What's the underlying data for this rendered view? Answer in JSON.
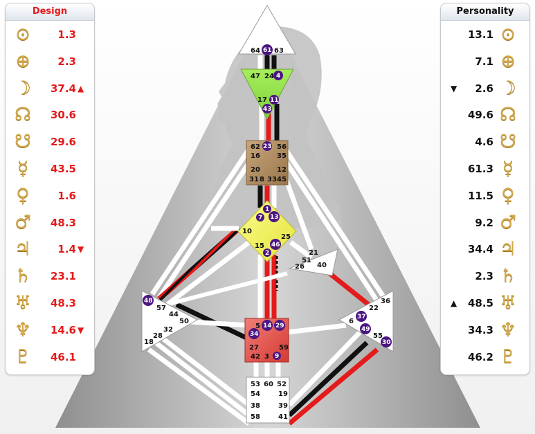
{
  "design": {
    "title": "Design",
    "rows": [
      {
        "glyph": "sun-icon",
        "symbol": "⊙",
        "value": "1.3",
        "arrow": ""
      },
      {
        "glyph": "earth-icon",
        "symbol": "⊕",
        "value": "2.3",
        "arrow": ""
      },
      {
        "glyph": "moon-icon",
        "symbol": "☽",
        "value": "37.4",
        "arrow": "▲"
      },
      {
        "glyph": "north-node-icon",
        "symbol": "☊",
        "value": "30.6",
        "arrow": ""
      },
      {
        "glyph": "south-node-icon",
        "symbol": "☋",
        "value": "29.6",
        "arrow": ""
      },
      {
        "glyph": "mercury-icon",
        "symbol": "☿",
        "value": "43.5",
        "arrow": ""
      },
      {
        "glyph": "venus-icon",
        "symbol": "♀",
        "value": "1.6",
        "arrow": ""
      },
      {
        "glyph": "mars-icon",
        "symbol": "♂",
        "value": "48.3",
        "arrow": ""
      },
      {
        "glyph": "jupiter-icon",
        "symbol": "♃",
        "value": "1.4",
        "arrow": "▼"
      },
      {
        "glyph": "saturn-icon",
        "symbol": "♄",
        "value": "23.1",
        "arrow": ""
      },
      {
        "glyph": "uranus-icon",
        "symbol": "♅",
        "value": "48.3",
        "arrow": ""
      },
      {
        "glyph": "neptune-icon",
        "symbol": "♆",
        "value": "14.6",
        "arrow": "▼"
      },
      {
        "glyph": "pluto-icon",
        "symbol": "♇",
        "value": "46.1",
        "arrow": ""
      }
    ]
  },
  "personality": {
    "title": "Personality",
    "rows": [
      {
        "glyph": "sun-icon",
        "symbol": "⊙",
        "value": "13.1",
        "arrow": ""
      },
      {
        "glyph": "earth-icon",
        "symbol": "⊕",
        "value": "7.1",
        "arrow": ""
      },
      {
        "glyph": "moon-icon",
        "symbol": "☽",
        "value": "2.6",
        "arrow": "▼"
      },
      {
        "glyph": "north-node-icon",
        "symbol": "☊",
        "value": "49.6",
        "arrow": ""
      },
      {
        "glyph": "south-node-icon",
        "symbol": "☋",
        "value": "4.6",
        "arrow": ""
      },
      {
        "glyph": "mercury-icon",
        "symbol": "☿",
        "value": "61.3",
        "arrow": ""
      },
      {
        "glyph": "venus-icon",
        "symbol": "♀",
        "value": "11.5",
        "arrow": ""
      },
      {
        "glyph": "mars-icon",
        "symbol": "♂",
        "value": "9.2",
        "arrow": ""
      },
      {
        "glyph": "jupiter-icon",
        "symbol": "♃",
        "value": "34.4",
        "arrow": ""
      },
      {
        "glyph": "saturn-icon",
        "symbol": "♄",
        "value": "2.3",
        "arrow": ""
      },
      {
        "glyph": "uranus-icon",
        "symbol": "♅",
        "value": "48.5",
        "arrow": "▲"
      },
      {
        "glyph": "neptune-icon",
        "symbol": "♆",
        "value": "34.3",
        "arrow": ""
      },
      {
        "glyph": "pluto-icon",
        "symbol": "♇",
        "value": "46.2",
        "arrow": ""
      }
    ]
  },
  "colors": {
    "design": "#e41b1b",
    "personality": "#111111",
    "head": "#ffffff",
    "ajna": "#8ee04a",
    "throat": "#b08d62",
    "g": "#f0f05a",
    "sacral": "#e45c55",
    "gate_circle": "#4b1582",
    "glyph": "#d3a84b"
  },
  "gates": {
    "head": {
      "g64": "64",
      "g61": "61",
      "g63": "63"
    },
    "ajna": {
      "g47": "47",
      "g24": "24",
      "g4": "4",
      "g17": "17",
      "g11": "11",
      "g43": "43"
    },
    "throat": {
      "g62": "62",
      "g23": "23",
      "g56": "56",
      "g16": "16",
      "g35": "35",
      "g20": "20",
      "g12": "12",
      "g31": "31",
      "g8": "8",
      "g33": "33",
      "g45": "45"
    },
    "g": {
      "g1": "1",
      "g7": "7",
      "g13": "13",
      "g10": "10",
      "g25": "25",
      "g15": "15",
      "g46": "46",
      "g2": "2"
    },
    "heart": {
      "g21": "21",
      "g51": "51",
      "g26": "26",
      "g40": "40"
    },
    "spleen": {
      "g48": "48",
      "g57": "57",
      "g44": "44",
      "g50": "50",
      "g32": "32",
      "g28": "28",
      "g18": "18"
    },
    "sacral": {
      "g5": "5",
      "g14": "14",
      "g29": "29",
      "g34": "34",
      "g27": "27",
      "g59": "59",
      "g42": "42",
      "g3": "3",
      "g9": "9"
    },
    "solar": {
      "g36": "36",
      "g22": "22",
      "g37": "37",
      "g6": "6",
      "g49": "49",
      "g55": "55",
      "g30": "30"
    },
    "root": {
      "g53": "53",
      "g60": "60",
      "g52": "52",
      "g54": "54",
      "g19": "19",
      "g38": "38",
      "g39": "39",
      "g58": "58",
      "g41": "41"
    }
  }
}
